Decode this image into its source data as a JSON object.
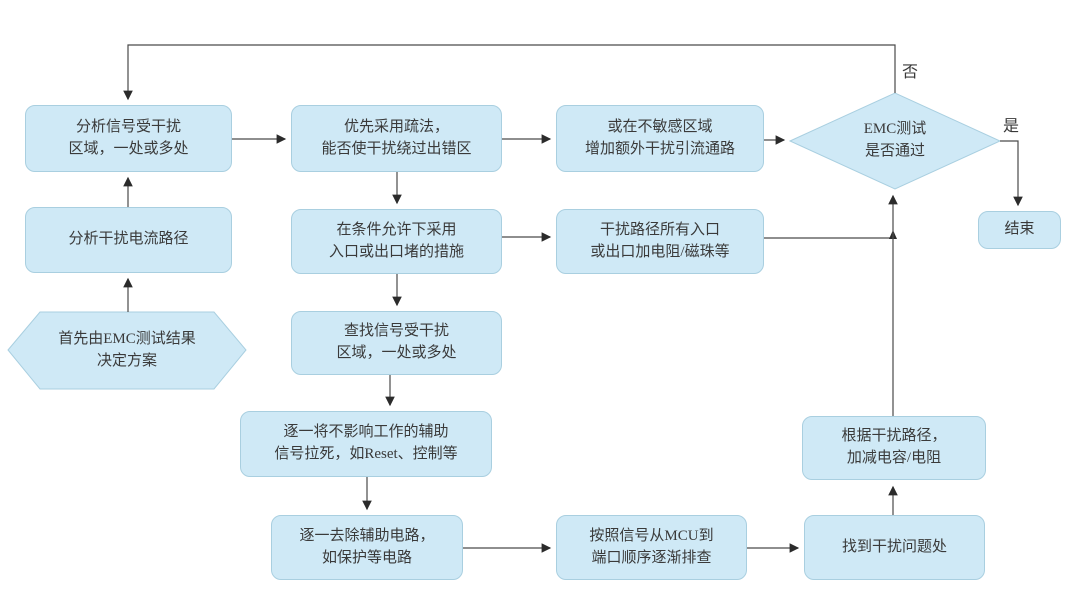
{
  "nodes": {
    "analyze_signal": {
      "line1": "分析信号受干扰",
      "line2": "区域，一处或多处"
    },
    "analyze_path": {
      "line1": "分析干扰电流路径"
    },
    "emc_plan": {
      "line1": "首先由EMC测试结果",
      "line2": "决定方案"
    },
    "dredge": {
      "line1": "优先采用疏法，",
      "line2": "能否使干扰绕过出错区"
    },
    "block": {
      "line1": "在条件允许下采用",
      "line2": "入口或出口堵的措施"
    },
    "find_area": {
      "line1": "查找信号受干扰",
      "line2": "区域，一处或多处"
    },
    "pull_dead": {
      "line1": "逐一将不影响工作的辅助",
      "line2": "信号拉死，如Reset、控制等"
    },
    "remove_aux": {
      "line1": "逐一去除辅助电路，",
      "line2": "如保护等电路"
    },
    "divert": {
      "line1": "或在不敏感区域",
      "line2": "增加额外干扰引流通路"
    },
    "add_rb": {
      "line1": "干扰路径所有入口",
      "line2": "或出口加电阻/磁珠等"
    },
    "check_order": {
      "line1": "按照信号从MCU到",
      "line2": "端口顺序逐渐排查"
    },
    "found_problem": {
      "line1": "找到干扰问题处"
    },
    "adjust_rc": {
      "line1": "根据干扰路径，",
      "line2": "加减电容/电阻"
    },
    "emc_test": {
      "line1": "EMC测试",
      "line2": "是否通过"
    },
    "end": {
      "line1": "结束"
    }
  },
  "edge_labels": {
    "no": "否",
    "yes": "是"
  },
  "colors": {
    "node_fill": "#cfe9f6",
    "node_border": "#a9cfe0",
    "connector": "#4a4a4a",
    "text": "#3a3a3a",
    "background": "#ffffff"
  }
}
